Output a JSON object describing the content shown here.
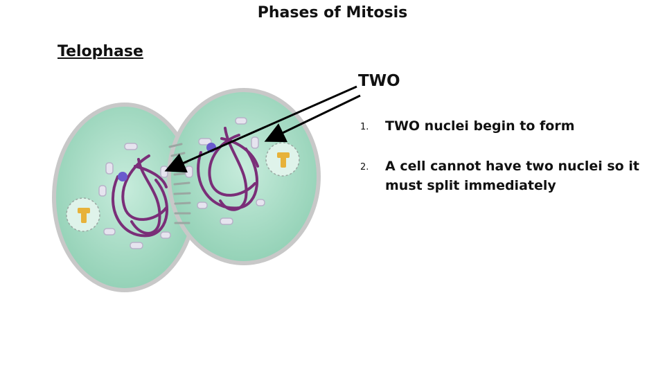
{
  "title": "Phases of Mitosis",
  "subtitle": "Telophase",
  "arrow_label": "TWO",
  "points": [
    {
      "num": "1.",
      "text": "TWO nuclei begin to form"
    },
    {
      "num": "2.",
      "text": "A cell cannot have two nuclei so it must split immediately"
    }
  ],
  "colors": {
    "cell_fill": "#9fd8c0",
    "cell_outline": "#c9c9c9",
    "chromosome": "#7a2e78",
    "centrosome": "#e7b23a"
  }
}
